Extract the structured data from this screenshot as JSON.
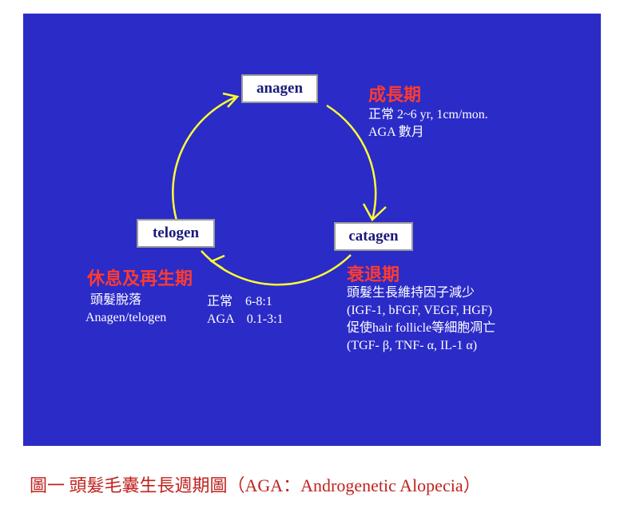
{
  "stages": {
    "anagen": "anagen",
    "catagen": "catagen",
    "telogen": "telogen"
  },
  "anagen_phase": {
    "title": "成長期",
    "lines": [
      "正常 2~6 yr, 1cm/mon.",
      "AGA 數月"
    ]
  },
  "catagen_phase": {
    "title": "衰退期",
    "lines": [
      "頭髮生長維持因子減少",
      "(IGF-1, bFGF, VEGF, HGF)",
      "促使hair follicle等細胞凋亡",
      "(TGF- β, TNF- α, IL-1 α)"
    ]
  },
  "telogen_phase": {
    "title": "休息及再生期",
    "lines": [
      "頭髮脫落",
      "Anagen/telogen"
    ],
    "ratio_lines": [
      "正常　6-8:1",
      "AGA　0.1-3:1"
    ]
  },
  "caption": "圖一 頭髮毛囊生長週期圖（AGA：Androgenetic Alopecia）",
  "colors": {
    "panel": "#2b2bc8",
    "cycle": "#ffff33",
    "title": "#ff3b2f",
    "caption": "#c0231f"
  }
}
